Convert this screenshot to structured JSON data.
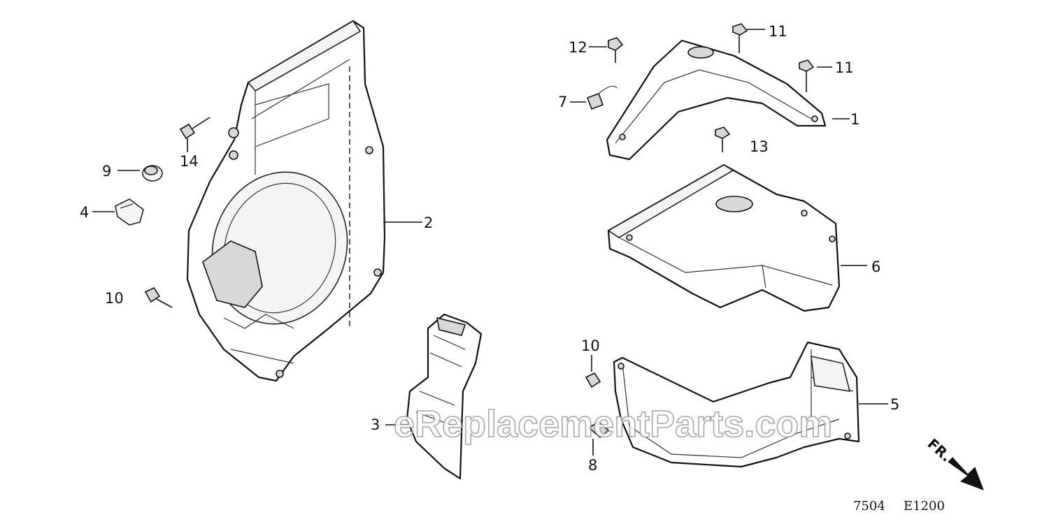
{
  "callouts": {
    "p1": "1",
    "p2": "2",
    "p3": "3",
    "p4": "4",
    "p5": "5",
    "p6": "6",
    "p7": "7",
    "p8": "8",
    "p9": "9",
    "p10a": "10",
    "p10b": "10",
    "p11a": "11",
    "p11b": "11",
    "p12": "12",
    "p13": "13",
    "p14": "14"
  },
  "direction_label": "FR.",
  "watermark": "eReplacementParts.com",
  "diagram_code": {
    "left": "7504",
    "right": "E1200"
  },
  "colors": {
    "line": "#111111",
    "fill": "#ffffff",
    "shade": "#d8d8d8"
  }
}
